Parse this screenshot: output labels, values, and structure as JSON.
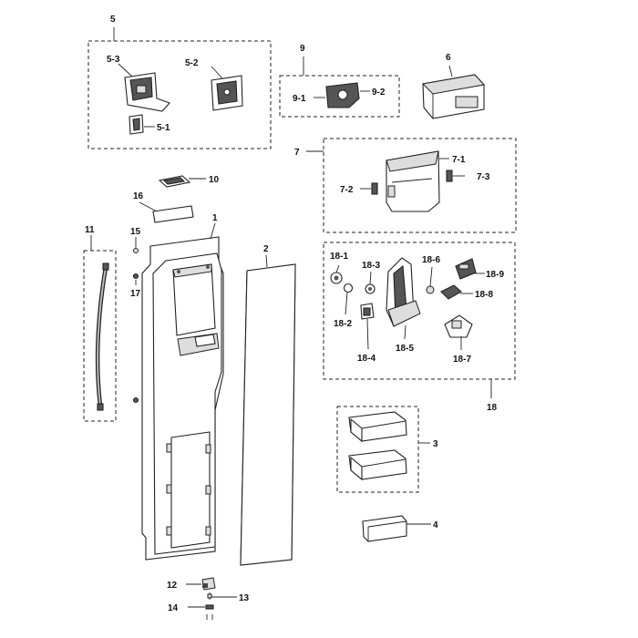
{
  "labels": {
    "g5": "5",
    "p5_3": "5-3",
    "p5_2": "5-2",
    "p5_1": "5-1",
    "g9": "9",
    "p9_1": "9-1",
    "p9_2": "9-2",
    "p6": "6",
    "g7": "7",
    "p7_1": "7-1",
    "p7_2": "7-2",
    "p7_3": "7-3",
    "p10": "10",
    "p16": "16",
    "p15": "15",
    "p1": "1",
    "p11": "11",
    "p17": "17",
    "p2": "2",
    "p18_1": "18-1",
    "p18_3": "18-3",
    "p18_6": "18-6",
    "p18_9": "18-9",
    "p18_8": "18-8",
    "p18_2": "18-2",
    "p18_4": "18-4",
    "p18_5": "18-5",
    "p18_7": "18-7",
    "g18": "18",
    "p3": "3",
    "p4": "4",
    "p12": "12",
    "p13": "13",
    "p14": "14"
  }
}
